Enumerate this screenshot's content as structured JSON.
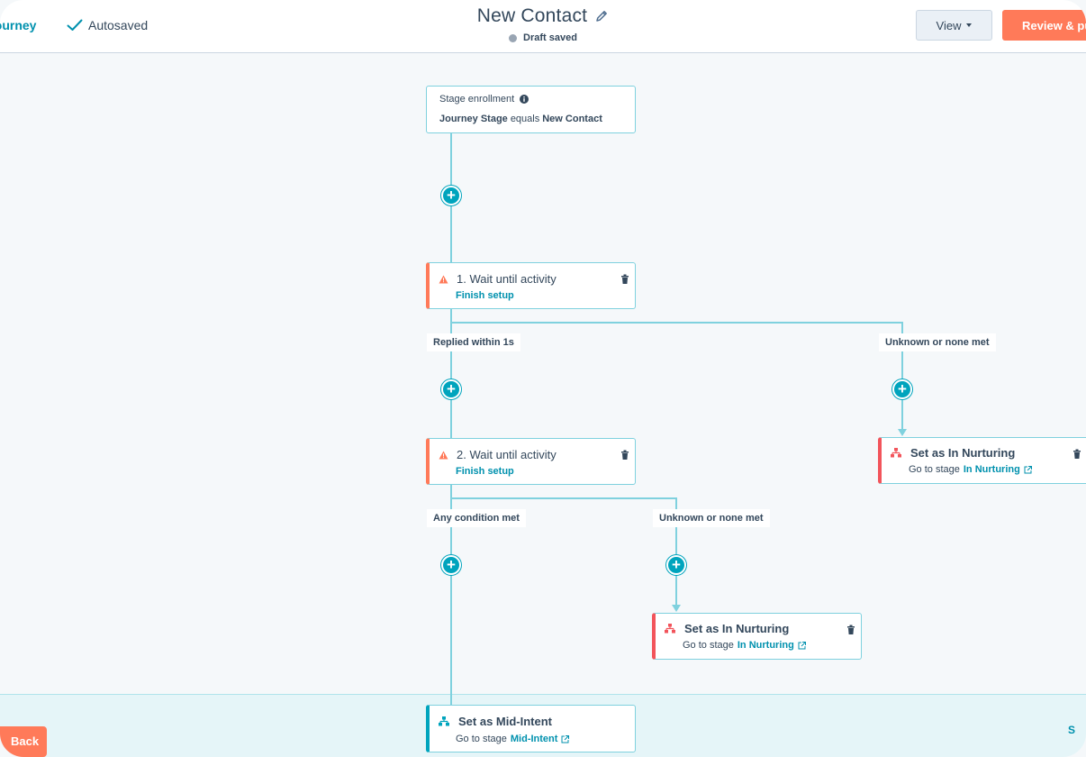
{
  "header": {
    "back_label": "Journey",
    "autosave_label": "Autosaved",
    "title": "New Contact",
    "status": "Draft saved",
    "view_label": "View",
    "review_label": "Review & publish"
  },
  "enrollment": {
    "label": "Stage enrollment",
    "property": "Journey Stage",
    "operator": "equals",
    "value": "New Contact"
  },
  "steps": [
    {
      "title": "1. Wait until activity",
      "link": "Finish setup"
    },
    {
      "title": "2. Wait until activity",
      "link": "Finish setup"
    }
  ],
  "branches": {
    "b1_left": "Replied within 1s",
    "b1_right": "Unknown or none met",
    "b2_left": "Any condition met",
    "b2_right": "Unknown or none met"
  },
  "actions": {
    "nurture_right": {
      "title": "Set as In Nurturing",
      "prefix": "Go to stage",
      "stage": "In Nurturing"
    },
    "nurture_mid": {
      "title": "Set as In Nurturing",
      "prefix": "Go to stage",
      "stage": "In Nurturing"
    },
    "mid_intent": {
      "title": "Set as Mid-Intent",
      "prefix": "Go to stage",
      "stage": "Mid-Intent"
    }
  },
  "footer": {
    "back_label": "Back",
    "edge_label": "S"
  },
  "colors": {
    "accent": "#00a4bd",
    "link": "#0091ae",
    "connector": "#7fd1de",
    "cta": "#ff7a59",
    "warning": "#ff7a59",
    "danger": "#f2545b"
  },
  "icons": [
    "check-icon",
    "pencil-icon",
    "info-icon",
    "warning-icon",
    "trash-icon",
    "stage-tree-icon",
    "external-link-icon",
    "plus-icon",
    "chevron-down-icon"
  ]
}
